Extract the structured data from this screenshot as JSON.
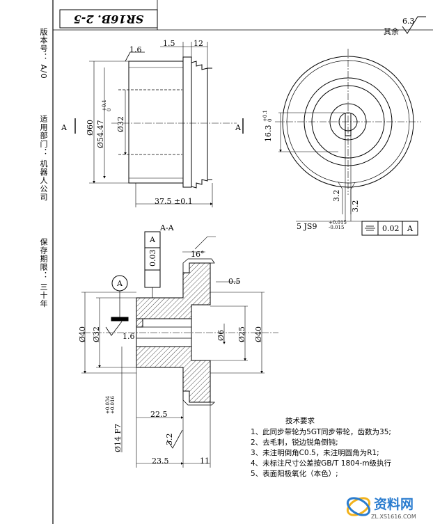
{
  "title_block": {
    "drawing_code": "SR16B. 2-5",
    "version": "版本号： A/0",
    "department": "适用部门： 机器人公司",
    "retention": "保存期限： 三十年"
  },
  "roughness": {
    "value": "6.3",
    "label": "其余"
  },
  "front_view": {
    "dims": {
      "rough_1_6": "1.6",
      "w_1_5": "1.5",
      "w_12": "12",
      "d60": "Ø60",
      "d54": "Ø54.47",
      "d54_tol": "+0.1\n0",
      "d32": "Ø32",
      "len": "37.5 ±0.1",
      "section_mark": "A"
    }
  },
  "side_view": {
    "dims": {
      "h16_3": "16.3",
      "h16_tol": "+0.1\n0",
      "r3_2_a": "3.2",
      "r3_2_b": "3.2",
      "keyway": "5 JS9",
      "keyway_tol": "+0.015\n-0.015",
      "symmetry_val": "0.02",
      "symmetry_datum": "A"
    }
  },
  "section_view": {
    "title": "A-A",
    "dims": {
      "perp_val": "0.03",
      "perp_datum": "A",
      "angle": "16°",
      "gap_0_5": "0.5",
      "datum_a": "A",
      "d40_l": "Ø40",
      "d32_l": "Ø32",
      "rough_1_6": "1.6",
      "d6": "Ø6",
      "d25": "Ø25",
      "d40_r": "Ø40",
      "len_22_5": "22.5",
      "rough_3_2": "3.2",
      "bore": "Ø14 F7",
      "bore_tol": "+0.034\n+0.016",
      "len_23_5": "23.5",
      "len_11": "11"
    }
  },
  "notes": {
    "heading": "技术要求",
    "items": [
      "1、此同步带轮为5GT同步带轮，齿数为35;",
      "2、去毛刺，锐边锐角倒钝;",
      "3、未注明倒角C0.5，未注明圆角为R1;",
      "4、未标注尺寸公差按GB/T 1804-m级执行",
      "5、表面阳极氧化（本色）;"
    ]
  },
  "watermark": {
    "text": "资料网",
    "url": "ZL.XS1616.COM"
  }
}
